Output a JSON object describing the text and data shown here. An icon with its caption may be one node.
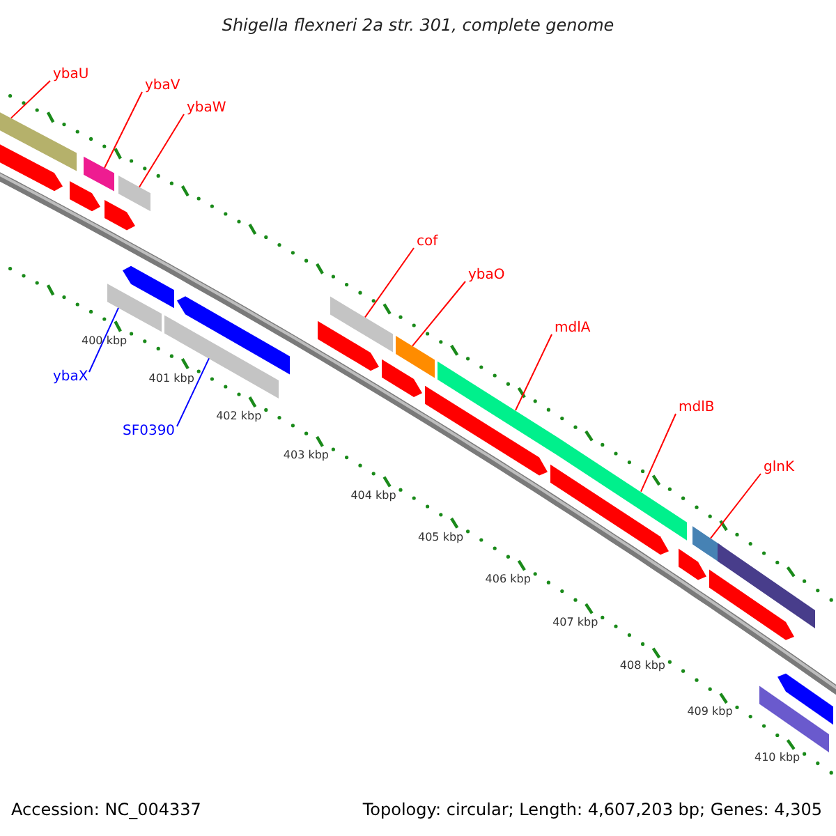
{
  "diagram": {
    "title": "Shigella flexneri 2a str. 301, complete genome",
    "nodes": [
      {
        "text": [
          "ybaU"
        ]
      },
      {
        "text": [],
        "shape": "bar"
      },
      {
        "text": [
          "ybaV"
        ]
      },
      {
        "text": [],
        "shape": "bar"
      },
      {
        "text": [
          "ybaW"
        ]
      },
      {
        "text": [],
        "shape": "bar"
      },
      {
        "text": [
          "cof"
        ]
      },
      {
        "text": [],
        "shape": "bar"
      },
      {
        "text": [
          "ybaO"
        ]
      },
      {
        "text": [],
        "shape": "bar"
      },
      {
        "text": [
          "mdlA"
        ]
      },
      {
        "text": [],
        "shape": "bar"
      },
      {
        "text": [
          "mdlB"
        ]
      },
      {
        "text": [],
        "shape": "bar"
      },
      {
        "text": [
          "glnK"
        ]
      },
      {
        "text": [],
        "shape": "bar"
      },
      {
        "text": [
          "ybaX"
        ]
      },
      {
        "text": [],
        "shape": "bar"
      },
      {
        "text": [
          "SF0390"
        ]
      },
      {
        "text": [],
        "shape": "bar"
      },
      {
        "text": [],
        "shape": "bar"
      },
      {
        "text": [],
        "shape": "bar"
      },
      {
        "text": [],
        "shape": "bar"
      },
      {
        "text": [],
        "shape": "bar"
      },
      {
        "text": [],
        "shape": "bar"
      },
      {
        "text": [],
        "shape": "bar"
      },
      {
        "text": [],
        "shape": "bar"
      },
      {
        "text": [],
        "shape": "bar"
      },
      {
        "text": [],
        "shape": "bar"
      },
      {
        "text": [],
        "shape": "bar"
      },
      {
        "text": [],
        "shape": "bar"
      },
      {
        "text": [],
        "shape": "bar"
      },
      {
        "text": [],
        "shape": "bar"
      },
      {
        "text": [],
        "shape": "bar"
      }
    ],
    "edges": [
      {
        "from": 0,
        "to": 1,
        "arrow": "none"
      },
      {
        "from": 2,
        "to": 3,
        "arrow": "none"
      },
      {
        "from": 4,
        "to": 5,
        "arrow": "none"
      },
      {
        "from": 6,
        "to": 7,
        "arrow": "none"
      },
      {
        "from": 8,
        "to": 9,
        "arrow": "none"
      },
      {
        "from": 10,
        "to": 11,
        "arrow": "none"
      },
      {
        "from": 12,
        "to": 13,
        "arrow": "none"
      },
      {
        "from": 14,
        "to": 15,
        "arrow": "none"
      },
      {
        "from": 16,
        "to": 17,
        "arrow": "none",
        "color": "#0000ff"
      },
      {
        "from": 18,
        "to": 19,
        "arrow": "none",
        "color": "#0000ff"
      }
    ],
    "labels": [
      "400 kbp",
      "401 kbp",
      "402 kbp",
      "403 kbp",
      "404 kbp",
      "405 kbp",
      "406 kbp",
      "407 kbp",
      "408 kbp",
      "409 kbp",
      "410 kbp",
      "Accession: NC_004337",
      "Topology: circular; Length: 4,607,203 bp; Genes: 4,305"
    ]
  }
}
